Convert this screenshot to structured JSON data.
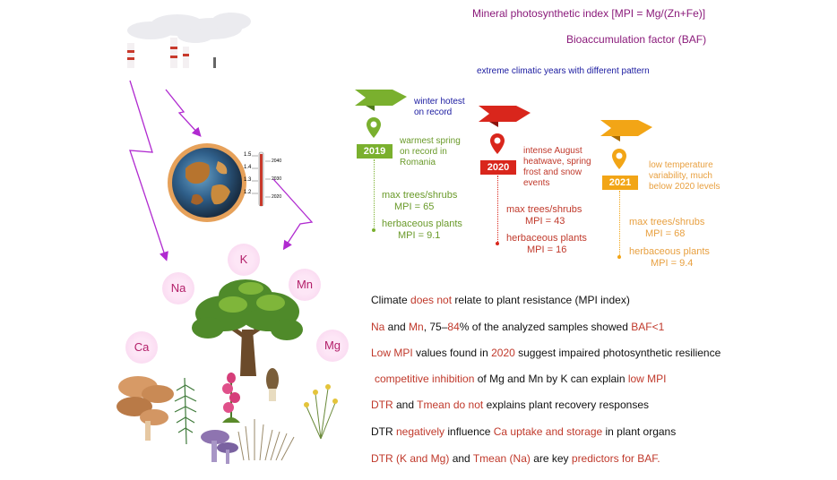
{
  "header": {
    "mpi_title": "Mineral photosynthetic index [MPI = Mg/(Zn+Fe)]",
    "baf_title": "Bioaccumulation factor (BAF)",
    "climatic_note": "extreme climatic years with different pattern"
  },
  "years": [
    {
      "year": "2019",
      "flag_text": "winter hotest on record",
      "desc": "warmest spring on record in Romania",
      "trees_label": "max trees/shrubs",
      "trees_mpi": "MPI = 65",
      "herb_label": "herbaceous plants",
      "herb_mpi": "MPI = 9.1"
    },
    {
      "year": "2020",
      "desc": "intense August heatwave, spring frost and snow events",
      "trees_label": "max trees/shrubs",
      "trees_mpi": "MPI = 43",
      "herb_label": "herbaceous plants",
      "herb_mpi": "MPI = 16"
    },
    {
      "year": "2021",
      "desc": "low temperature variability, much below 2020 levels",
      "trees_label": "max trees/shrubs",
      "trees_mpi": "MPI = 68",
      "herb_label": "herbaceous plants",
      "herb_mpi": "MPI = 9.4"
    }
  ],
  "thermometer": {
    "left_ticks": [
      "1.5",
      "1.4",
      "1.3",
      "1.2"
    ],
    "right_ticks": [
      "2040",
      "2030",
      "2020"
    ]
  },
  "elements": [
    "K",
    "Na",
    "Mn",
    "Ca",
    "Mg"
  ],
  "conclusions": {
    "c1": [
      "Climate ",
      "does not",
      " relate to plant resistance (MPI index)"
    ],
    "c2": [
      "Na",
      " and ",
      "Mn",
      ", 75–",
      "84",
      "% of the analyzed samples showed ",
      "BAF<1"
    ],
    "c3": [
      "Low MPI",
      " values found in ",
      "2020",
      " suggest impaired photosynthetic resilience"
    ],
    "c4": [
      "competitive inhibition",
      " of Mg and Mn by K can explain ",
      "low MPI"
    ],
    "c5": [
      "DTR",
      " and ",
      "Tmean",
      " ",
      "do not",
      " explains plant recovery responses"
    ],
    "c6": [
      "DTR ",
      "negatively",
      " influence ",
      "Ca uptake and storage",
      " in plant organs"
    ],
    "c7": [
      "DTR (K and Mg)",
      " and ",
      "Tmean (Na)",
      " are key ",
      "predictors for BAF."
    ]
  },
  "colors": {
    "green": "#7ab02e",
    "red": "#d9261c",
    "orange": "#f2a516",
    "purple": "#b02ad0",
    "text_red": "#c0392b"
  }
}
